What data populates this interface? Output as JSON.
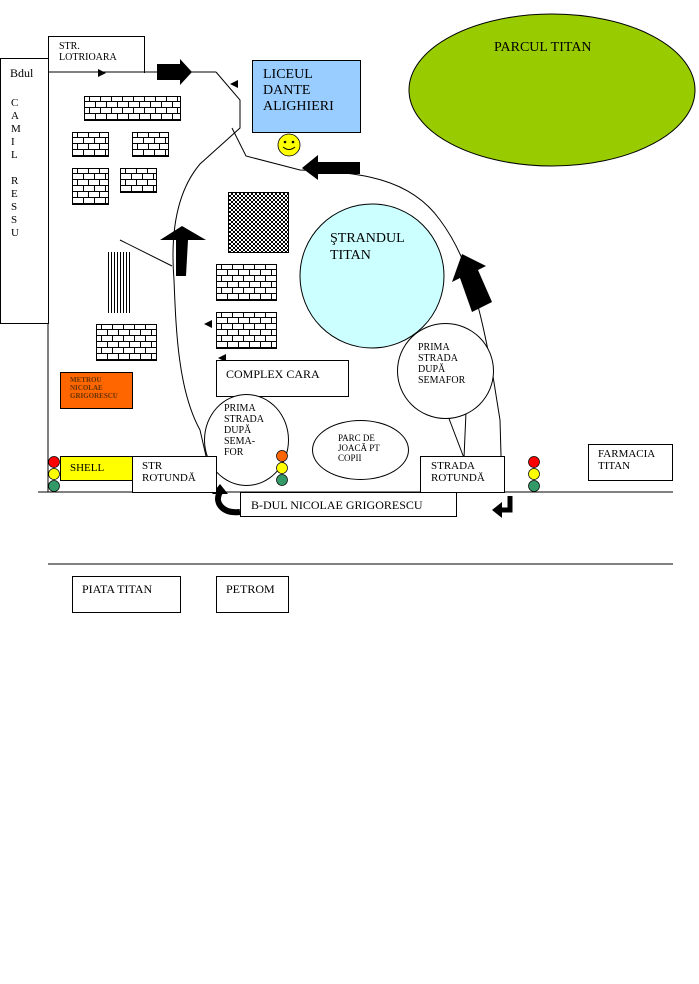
{
  "streets": {
    "camil_ressu_prefix": "Bdul",
    "camil_ressu_letters": "C\nA\nM\nI\nL\n\nR\nE\nS\nS\nU",
    "lotrioara": "STR.\nLOTRIOARA",
    "nicolae_grigorescu": "B-DUL NICOLAE GRIGORESCU",
    "rotunda_left": "STR\nROTUNDĂ",
    "rotunda_right": "STRADA\nROTUNDĂ"
  },
  "landmarks": {
    "liceul": "LICEUL\nDANTE\nALIGHIERI",
    "parcul": "PARCUL TITAN",
    "strandul": "ŞTRANDUL\nTITAN",
    "complex": "COMPLEX CARA",
    "metrou": "METROU\nNICOLAE\nGRIGORESCU",
    "shell": "SHELL",
    "parc_joaca": "PARC DE\nJOACĂ PT\nCOPII",
    "farmacia": "FARMACIA\nTITAN",
    "piata": "PIATA TITAN",
    "petrom": "PETROM"
  },
  "callouts": {
    "semafor_left": "PRIMA\nSTRADA\nDUPĂ\nSEMA-\nFOR",
    "semafor_right": "PRIMA\nSTRADA\nDUPĂ\nSEMAFOR"
  },
  "colors": {
    "liceul_fill": "#99ccff",
    "parcul_fill": "#99cc00",
    "strandul_fill": "#ccffff",
    "metrou_fill": "#ff6600",
    "shell_fill": "#ffff00",
    "smiley_fill": "#ffff00",
    "light_red": "#ff0000",
    "light_yellow": "#ffff00",
    "light_green": "#339966"
  },
  "icons": [
    "smiley-icon",
    "traffic-light-icon",
    "arrow-icon",
    "u-turn-arrow-icon"
  ]
}
